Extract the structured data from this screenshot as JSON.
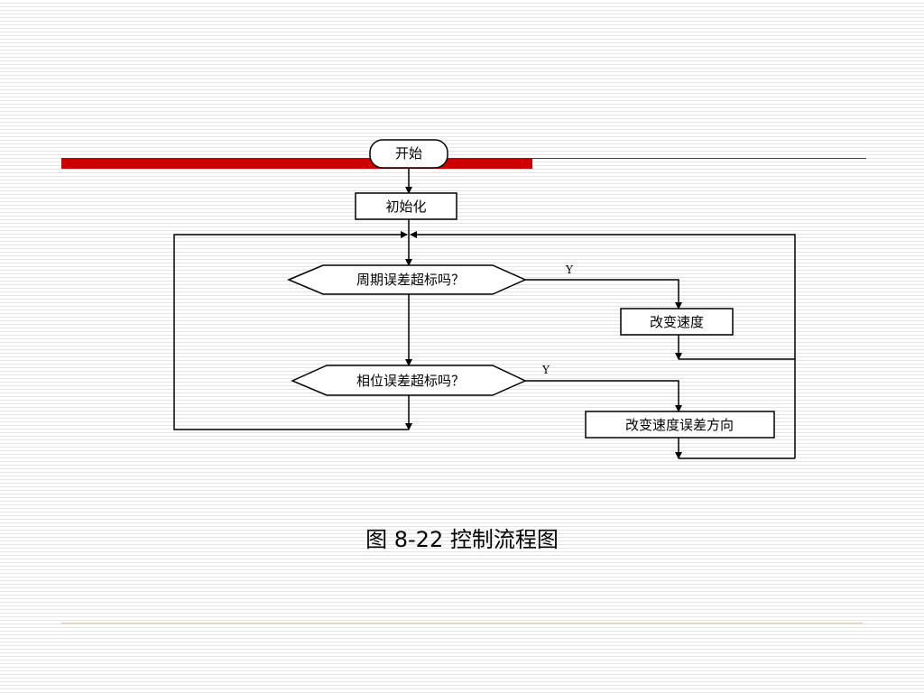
{
  "flowchart": {
    "start": "开始",
    "init": "初始化",
    "decision_period": "周期误差超标吗？",
    "decision_phase": "相位误差超标吗？",
    "action_speed": "改变速度",
    "action_direction": "改变速度误差方向",
    "yes_label_1": "Y",
    "yes_label_2": "Y"
  },
  "caption": "图 8-22  控制流程图",
  "colors": {
    "accent_red": "#cc0000",
    "stroke": "#000000"
  }
}
